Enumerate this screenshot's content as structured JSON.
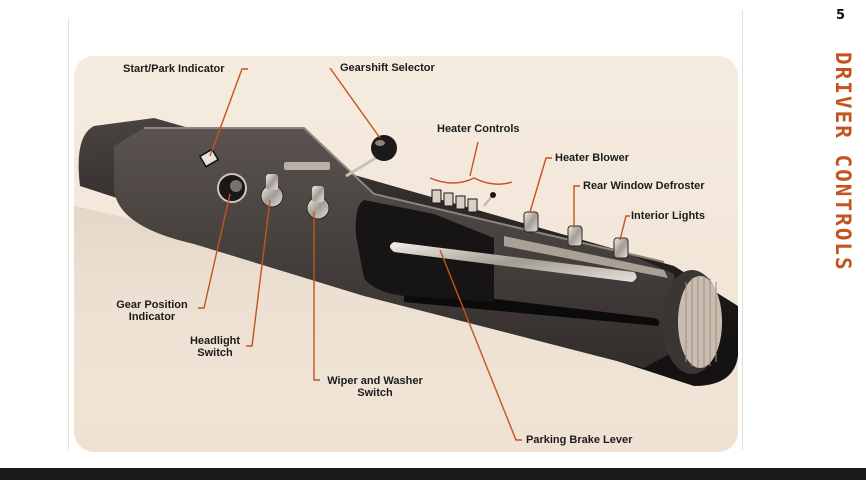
{
  "page": {
    "number": "5",
    "section_title": "DRIVER CONTROLS"
  },
  "colors": {
    "accent": "#c4541e",
    "paper": "#f3e8db",
    "console": "#2a2624"
  },
  "callouts": {
    "start_park": "Start/Park Indicator",
    "gearshift": "Gearshift Selector",
    "heater_controls": "Heater Controls",
    "heater_blower": "Heater Blower",
    "rear_defroster": "Rear Window Defroster",
    "interior_lights": "Interior Lights",
    "gear_position_1": "Gear Position",
    "gear_position_2": "Indicator",
    "headlight_1": "Headlight",
    "headlight_2": "Switch",
    "wiper_1": "Wiper and Washer",
    "wiper_2": "Switch",
    "parking_brake": "Parking Brake Lever"
  }
}
